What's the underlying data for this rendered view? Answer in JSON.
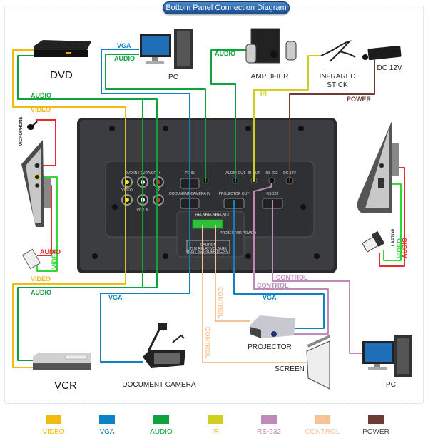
{
  "title": "Bottom Panel Connection Diagram",
  "colors": {
    "video": "#f0bb14",
    "vga": "#0a82c3",
    "audio": "#0ea23c",
    "ir": "#cfd022",
    "rs232": "#be8ab8",
    "control": "#f6c494",
    "power": "#6e3a35",
    "mic_audio": "#e82b2b",
    "mic_video": "#33d63b"
  },
  "devices": {
    "dvd": "DVD",
    "pc_top": "PC",
    "amplifier": "AMPLIFIER",
    "infrared_stick_line1": "INFRARED",
    "infrared_stick_line2": "STICK",
    "dc12v": "DC 12V",
    "microphone": "MICROPHONE",
    "laptop": "LAPTOP",
    "vcr": "VCR",
    "document_camera": "DOCUMENT CAMERA",
    "projector": "PROJECTOR",
    "screen": "SCREEN",
    "pc_bottom": "PC"
  },
  "wire_labels": {
    "vga_pc": "VGA",
    "audio_pc": "AUDIO",
    "audio_dvd": "AUDIO",
    "video_dvd": "VIDEO",
    "audio_amp": "AUDIO",
    "ir": "IR",
    "power": "POWER",
    "video_vcr": "VIDEO",
    "audio_vcr": "AUDIO",
    "vga_doc": "VGA",
    "control_rs232_pc": "CONTROL",
    "control_rs232_proj": "CONTROL",
    "vga_proj": "VGA",
    "control_proj": "CONTROL",
    "control_screen": "CONTROL",
    "side_audio_left": "AUDIO",
    "side_video_left": "VIDEO",
    "side_video_right": "VIDEO",
    "side_audio_right": "AUDIO"
  },
  "panel": {
    "dvd_in": "DVD IN / DVD/VCR I I",
    "video": "VIDEO",
    "l": "L",
    "r": "R",
    "vcr_in": "VCR IN",
    "pc_in": "PC IN",
    "document_camera_in": "DOCUMENT CAMERA IN",
    "audio_out": "AUDIO OUT",
    "ir_out": "IR OUT",
    "rs232_top": "RS-232",
    "dc12v": "DC 12V",
    "projector_out": "PROJECTOR OUT",
    "rs232": "RS-232",
    "relay1": "RELAY1",
    "relay2": "RELAY2",
    "relay3": "RELAY3",
    "projector_power": "PROJECTOR POWER",
    "caution": "CAUTION",
    "caution_line1": "THE RELAY VOLTAGE",
    "caution_line2": "MUST BE UNDER DC24V !"
  },
  "legend": [
    {
      "label": "VIDEO",
      "color": "#f0bb14"
    },
    {
      "label": "VGA",
      "color": "#0a82c3"
    },
    {
      "label": "AUDIO",
      "color": "#0ea23c"
    },
    {
      "label": "IR",
      "color": "#cfd022"
    },
    {
      "label": "RS-232",
      "color": "#be8ab8"
    },
    {
      "label": "CONTROL",
      "color": "#f6c494"
    },
    {
      "label": "POWER",
      "color": "#6e3a35"
    }
  ]
}
